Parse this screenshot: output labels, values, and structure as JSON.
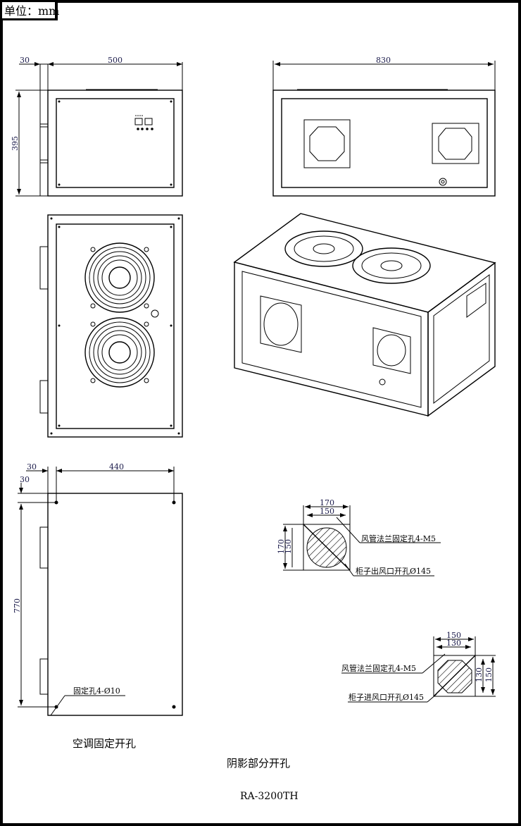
{
  "unit_label": "单位：mm",
  "front_view": {
    "dim_flange": "30",
    "dim_width": "500",
    "dim_height": "395"
  },
  "side_view": {
    "dim_width": "830"
  },
  "mount_view": {
    "dim_offset_x": "30",
    "dim_hole_span": "440",
    "dim_offset_y": "30",
    "dim_height": "770",
    "hole_note": "固定孔4-Ø10",
    "caption": "空调固定开孔"
  },
  "outlet_detail": {
    "dim_outer_w": "170",
    "dim_inner_w": "150",
    "dim_outer_h": "170",
    "dim_inner_h": "150",
    "flange_note": "风管法兰固定孔4-M5",
    "hole_note": "柜子出风口开孔Ø145"
  },
  "inlet_detail": {
    "dim_outer_w": "150",
    "dim_inner_w": "130",
    "dim_outer_h": "150",
    "dim_inner_h": "130",
    "flange_note": "风管法兰固定孔4-M5",
    "hole_note": "柜子进风口开孔Ø145"
  },
  "shaded_caption": "阴影部分开孔",
  "model": "RA-3200TH"
}
